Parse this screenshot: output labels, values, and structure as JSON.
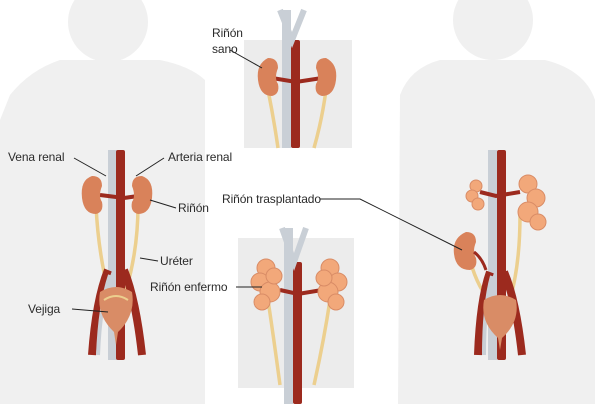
{
  "labels": {
    "vena_renal": "Vena renal",
    "arteria_renal": "Arteria renal",
    "rinon": "Riñón",
    "ureter": "Uréter",
    "vejiga": "Vejiga",
    "rinon_sano_1": "Riñón",
    "rinon_sano_2": "sano",
    "rinon_enfermo": "Riñón enfermo",
    "rinon_trasplantado": "Riñón trasplantado"
  },
  "colors": {
    "body_silhouette": "#f0f0f0",
    "panel_background": "#ececec",
    "artery": "#9c2a1e",
    "vein_pale": "#c9cfd6",
    "kidney_healthy": "#d9825a",
    "kidney_diseased": "#f2a87a",
    "ureter": "#eccf8e",
    "bladder": "#d98c66",
    "leader_line": "#222222"
  }
}
